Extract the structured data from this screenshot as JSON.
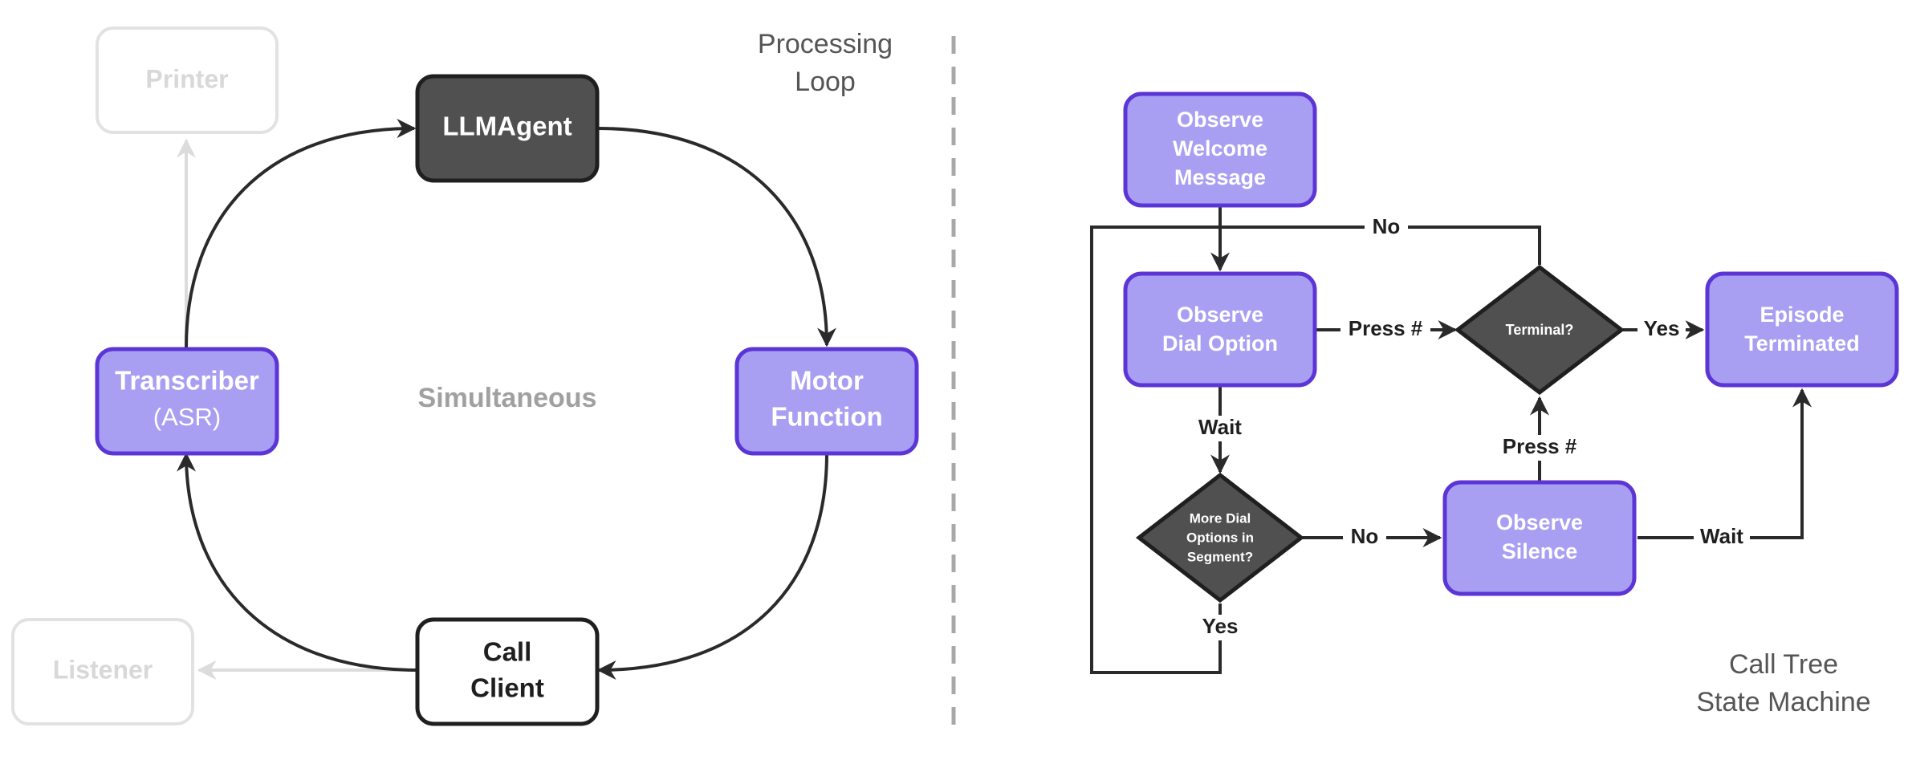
{
  "colors": {
    "purple_fill": "#a89ff2",
    "purple_stroke": "#5b35d5",
    "dark_fill": "#505050",
    "dark_stroke": "#1f1f1f",
    "faded": "#dcdcdc",
    "line": "#2a2a2a",
    "muted_text": "#a0a0a0"
  },
  "left": {
    "caption": [
      "Processing",
      "Loop"
    ],
    "center_label": "Simultaneous",
    "nodes": {
      "printer": "Printer",
      "llm_agent": "LLMAgent",
      "transcriber": [
        "Transcriber",
        "(ASR)"
      ],
      "motor_function": [
        "Motor",
        "Function"
      ],
      "call_client": [
        "Call",
        "Client"
      ],
      "listener": "Listener"
    }
  },
  "right": {
    "caption": [
      "Call Tree",
      "State Machine"
    ],
    "nodes": {
      "observe_welcome": [
        "Observe",
        "Welcome",
        "Message"
      ],
      "observe_dial": [
        "Observe",
        "Dial Option"
      ],
      "terminal": "Terminal?",
      "episode_terminated": [
        "Episode",
        "Terminated"
      ],
      "more_dial": [
        "More Dial",
        "Options in",
        "Segment?"
      ],
      "observe_silence": [
        "Observe",
        "Silence"
      ]
    },
    "edges": {
      "no_top": "No",
      "press_dial_terminal": "Press #",
      "yes_terminal": "Yes",
      "wait_dial_more": "Wait",
      "no_more_silence": "No",
      "press_silence_terminal": "Press #",
      "wait_silence_episode": "Wait",
      "yes_more_loop": "Yes"
    }
  }
}
